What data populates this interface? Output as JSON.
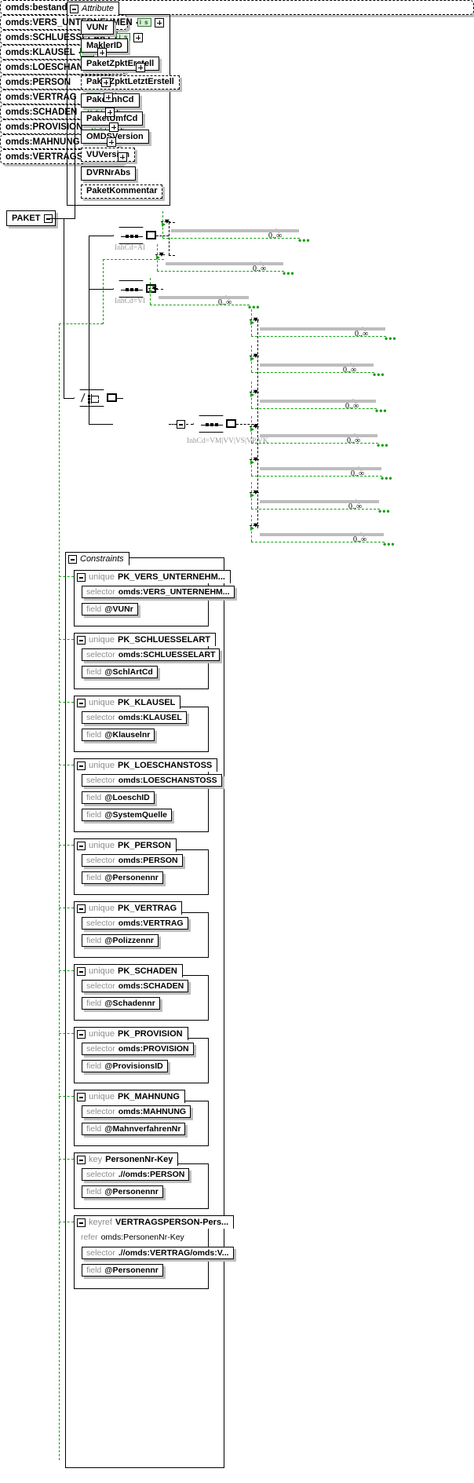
{
  "diagram": {
    "type": "xsd-schema-diagram",
    "root": {
      "name": "PAKET"
    }
  },
  "attribute_group": {
    "title": "Attribute",
    "toggle": "minus-icon",
    "items": [
      {
        "label": "VUNr",
        "optional": false
      },
      {
        "label": "MaklerID",
        "optional": false
      },
      {
        "label": "PaketZpktErstell",
        "optional": false
      },
      {
        "label": "PaketZpktLetztErstell",
        "optional": true
      },
      {
        "label": "PaketInhCd",
        "optional": false
      },
      {
        "label": "PaketUmfCd",
        "optional": false
      },
      {
        "label": "OMDSVersion",
        "optional": false
      },
      {
        "label": "VUVersion",
        "optional": true
      },
      {
        "label": "DVRNrAbs",
        "optional": false
      },
      {
        "label": "PaketKommentar",
        "optional": true
      }
    ]
  },
  "content_model": {
    "choice_label": "choice-compositor",
    "branches": [
      {
        "compositor": "sequence",
        "annotation": "InhCd=AI",
        "elements": [
          {
            "label": "omds:VERS_UNTERNEHMEN",
            "badge": "i s",
            "cardinality": "0..∞",
            "expandable": true
          },
          {
            "label": "omds:SCHLUESSELART",
            "badge": "i s",
            "cardinality": "0..∞",
            "expandable": true
          }
        ]
      },
      {
        "compositor": "sequence",
        "annotation": "InhCd=VI",
        "elements": [
          {
            "label": "omds:KLAUSEL",
            "badge": "i s",
            "cardinality": "0..∞",
            "expandable": true
          }
        ]
      },
      {
        "compositor": "sequence",
        "parent": "omds:bestand",
        "annotation": "InhCd=VM|VV|VS|VP|VK",
        "elements": [
          {
            "label": "omds:LOESCHANSTOSS",
            "badge": "i s",
            "cardinality": "0..∞",
            "expandable": true
          },
          {
            "label": "omds:PERSON",
            "badge": "i s",
            "cardinality": "0..∞",
            "expandable": true
          },
          {
            "label": "omds:VERTRAG",
            "badge": "i s",
            "cardinality": "0..∞",
            "expandable": true
          },
          {
            "label": "omds:SCHADEN",
            "badge": "i s",
            "cardinality": "0..∞",
            "expandable": true
          },
          {
            "label": "omds:PROVISION",
            "badge": "i s",
            "cardinality": "0..∞",
            "expandable": true
          },
          {
            "label": "omds:MAHNUNG",
            "badge": "i s",
            "cardinality": "0..∞",
            "expandable": true
          },
          {
            "label": "omds:VERTRAGSFONDS",
            "badge": "",
            "cardinality": "0..∞",
            "expandable": true
          }
        ]
      }
    ],
    "bestand_node": {
      "label": "omds:bestand"
    }
  },
  "constraints": {
    "title": "Constraints",
    "toggle": "minus-icon",
    "items": [
      {
        "kind": "unique",
        "name": "PK_VERS_UNTERNEHM...",
        "rows": [
          {
            "kw": "selector",
            "value": "omds:VERS_UNTERNEHM..."
          },
          {
            "kw": "field",
            "value": "@VUNr"
          }
        ]
      },
      {
        "kind": "unique",
        "name": "PK_SCHLUESSELART",
        "rows": [
          {
            "kw": "selector",
            "value": "omds:SCHLUESSELART"
          },
          {
            "kw": "field",
            "value": "@SchlArtCd"
          }
        ]
      },
      {
        "kind": "unique",
        "name": "PK_KLAUSEL",
        "rows": [
          {
            "kw": "selector",
            "value": "omds:KLAUSEL"
          },
          {
            "kw": "field",
            "value": "@Klauselnr"
          }
        ]
      },
      {
        "kind": "unique",
        "name": "PK_LOESCHANSTOSS",
        "rows": [
          {
            "kw": "selector",
            "value": "omds:LOESCHANSTOSS"
          },
          {
            "kw": "field",
            "value": "@LoeschID"
          },
          {
            "kw": "field",
            "value": "@SystemQuelle"
          }
        ]
      },
      {
        "kind": "unique",
        "name": "PK_PERSON",
        "rows": [
          {
            "kw": "selector",
            "value": "omds:PERSON"
          },
          {
            "kw": "field",
            "value": "@Personennr"
          }
        ]
      },
      {
        "kind": "unique",
        "name": "PK_VERTRAG",
        "rows": [
          {
            "kw": "selector",
            "value": "omds:VERTRAG"
          },
          {
            "kw": "field",
            "value": "@Polizzennr"
          }
        ]
      },
      {
        "kind": "unique",
        "name": "PK_SCHADEN",
        "rows": [
          {
            "kw": "selector",
            "value": "omds:SCHADEN"
          },
          {
            "kw": "field",
            "value": "@Schadennr"
          }
        ]
      },
      {
        "kind": "unique",
        "name": "PK_PROVISION",
        "rows": [
          {
            "kw": "selector",
            "value": "omds:PROVISION"
          },
          {
            "kw": "field",
            "value": "@ProvisionsID"
          }
        ]
      },
      {
        "kind": "unique",
        "name": "PK_MAHNUNG",
        "rows": [
          {
            "kw": "selector",
            "value": "omds:MAHNUNG"
          },
          {
            "kw": "field",
            "value": "@MahnverfahrenNr"
          }
        ]
      },
      {
        "kind": "key",
        "name": "PersonenNr-Key",
        "rows": [
          {
            "kw": "selector",
            "value": ".//omds:PERSON"
          },
          {
            "kw": "field",
            "value": "@Personennr"
          }
        ]
      },
      {
        "kind": "keyref",
        "name": "VERTRAGSPERSON-Pers...",
        "refer": {
          "kw": "refer",
          "value": "omds:PersonenNr-Key"
        },
        "rows": [
          {
            "kw": "selector",
            "value": ".//omds:VERTRAG/omds:V..."
          },
          {
            "kw": "field",
            "value": "@Personennr"
          }
        ]
      }
    ]
  },
  "colors": {
    "line": "#000000",
    "guide_green": "#14a014",
    "badge_bg": "#d9ecd9",
    "badge_border": "#2f7a2f",
    "shadow": "#bdbdbd",
    "keyword_grey": "#8c8c8c"
  }
}
